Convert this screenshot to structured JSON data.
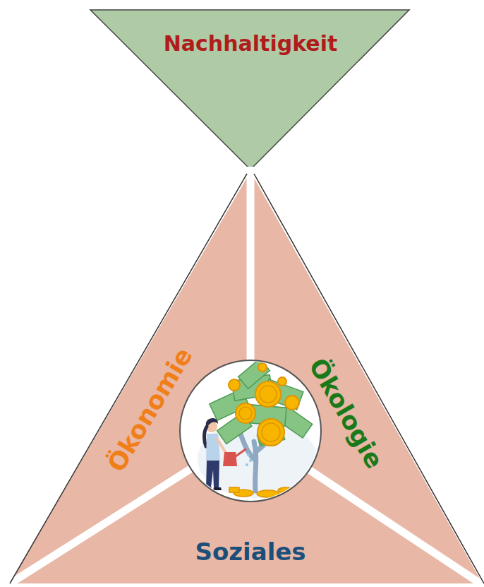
{
  "diagram": {
    "nodes": [
      {
        "text": [
          "Nachhaltigkeit"
        ]
      },
      {
        "text": [
          "Ökonomie"
        ]
      },
      {
        "text": [
          "Ökologie"
        ]
      },
      {
        "text": [
          "Soziales"
        ]
      }
    ]
  }
}
